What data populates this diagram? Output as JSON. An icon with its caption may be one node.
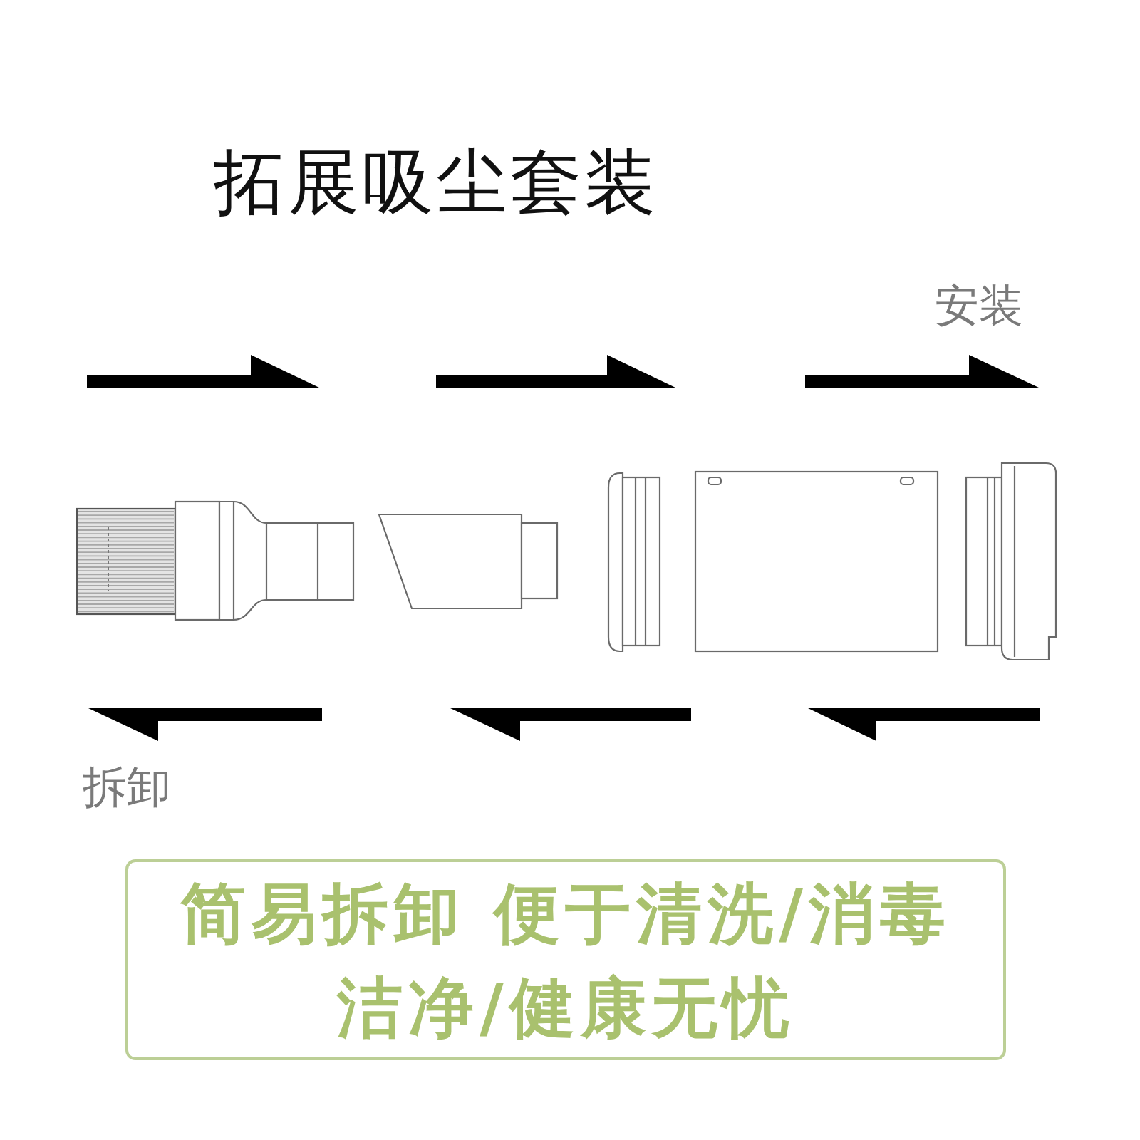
{
  "diagram": {
    "title": "拓展吸尘套装",
    "nodes": [
      {
        "text": [
          "简易拆卸 便于清洗/消毒",
          "洁净/健康无忧"
        ]
      }
    ],
    "labels": [
      "安装",
      "拆卸"
    ]
  }
}
